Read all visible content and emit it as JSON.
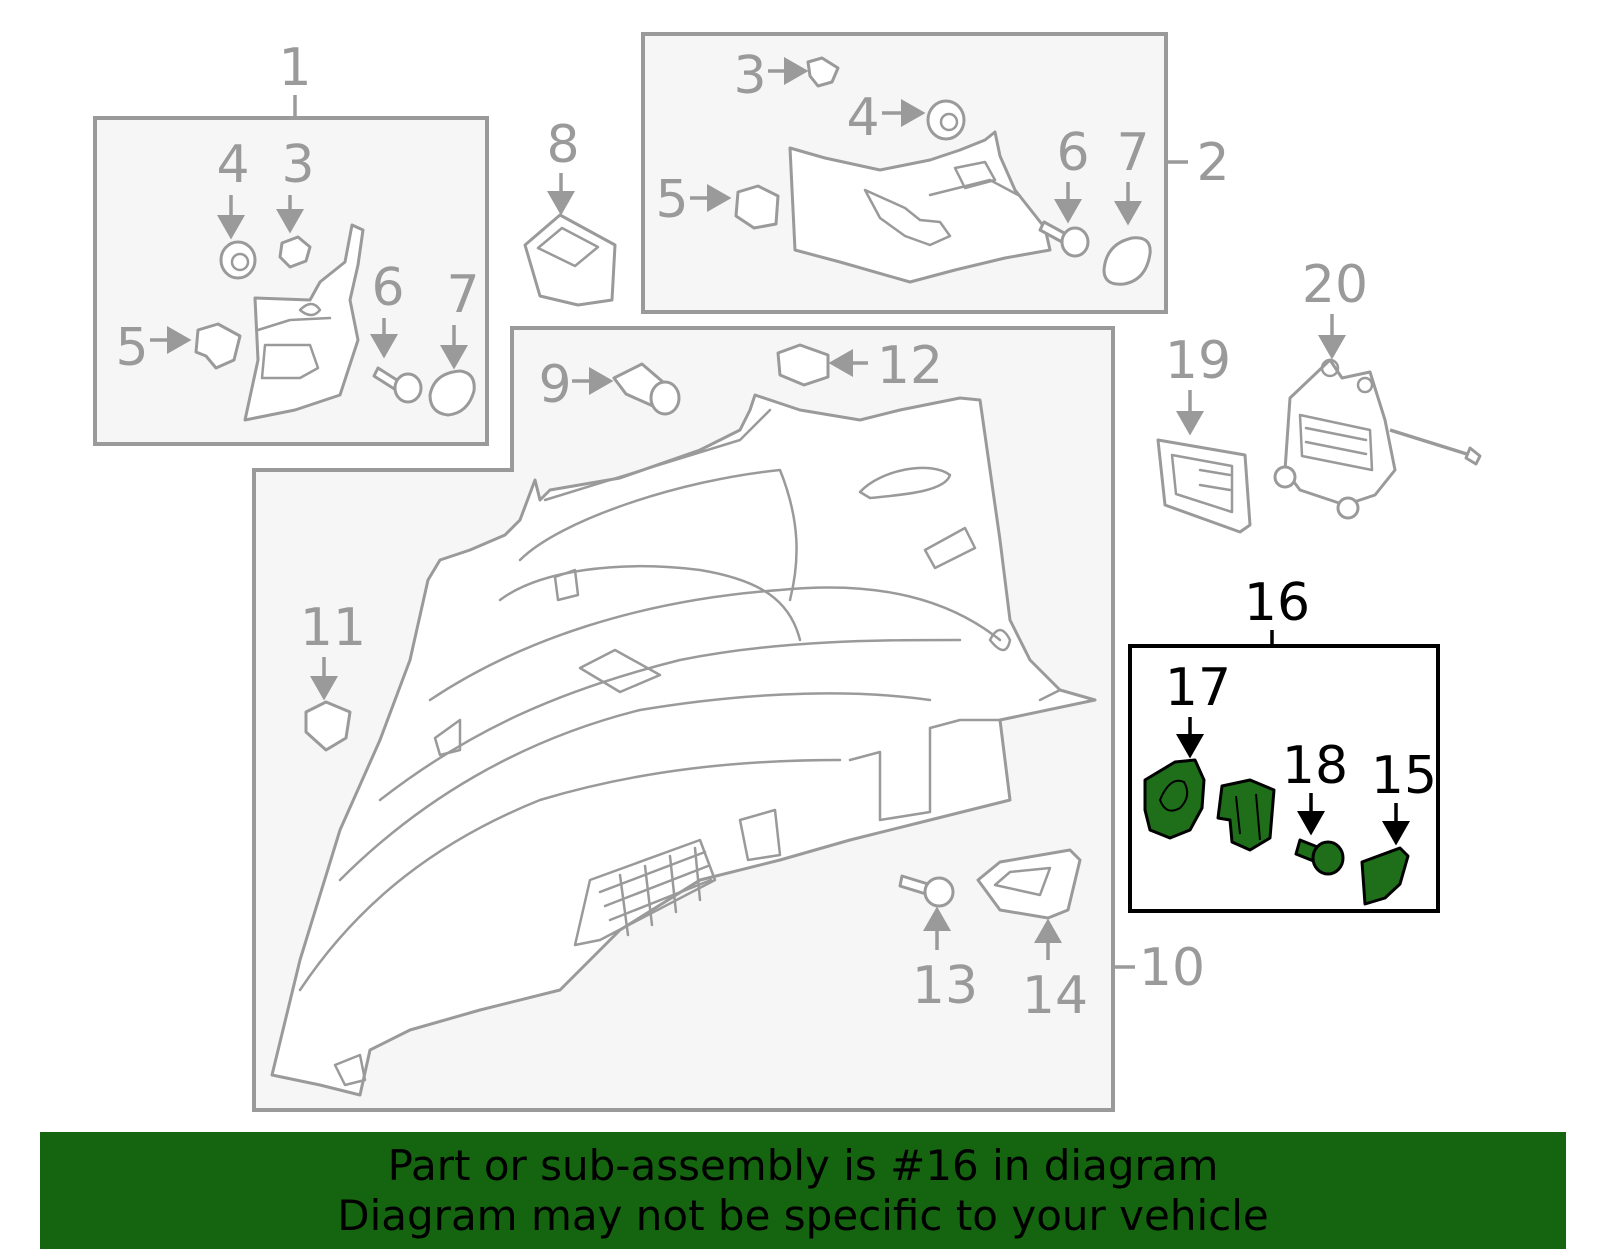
{
  "callouts": {
    "n1": "1",
    "n2": "2",
    "n3a": "3",
    "n4a": "4",
    "n5a": "5",
    "n6a": "6",
    "n7a": "7",
    "n3b": "3",
    "n4b": "4",
    "n5b": "5",
    "n6b": "6",
    "n7b": "7",
    "n8": "8",
    "n9": "9",
    "n10": "10",
    "n11": "11",
    "n12": "12",
    "n13": "13",
    "n14": "14",
    "n15": "15",
    "n16": "16",
    "n17": "17",
    "n18": "18",
    "n19": "19",
    "n20": "20"
  },
  "banner": {
    "line1": "Part or sub-assembly is #16 in diagram",
    "line2": "Diagram may not be specific to your vehicle"
  },
  "colors": {
    "highlight": "#1e6e1a",
    "banner": "#15640f",
    "line": "#9a9a9a"
  }
}
